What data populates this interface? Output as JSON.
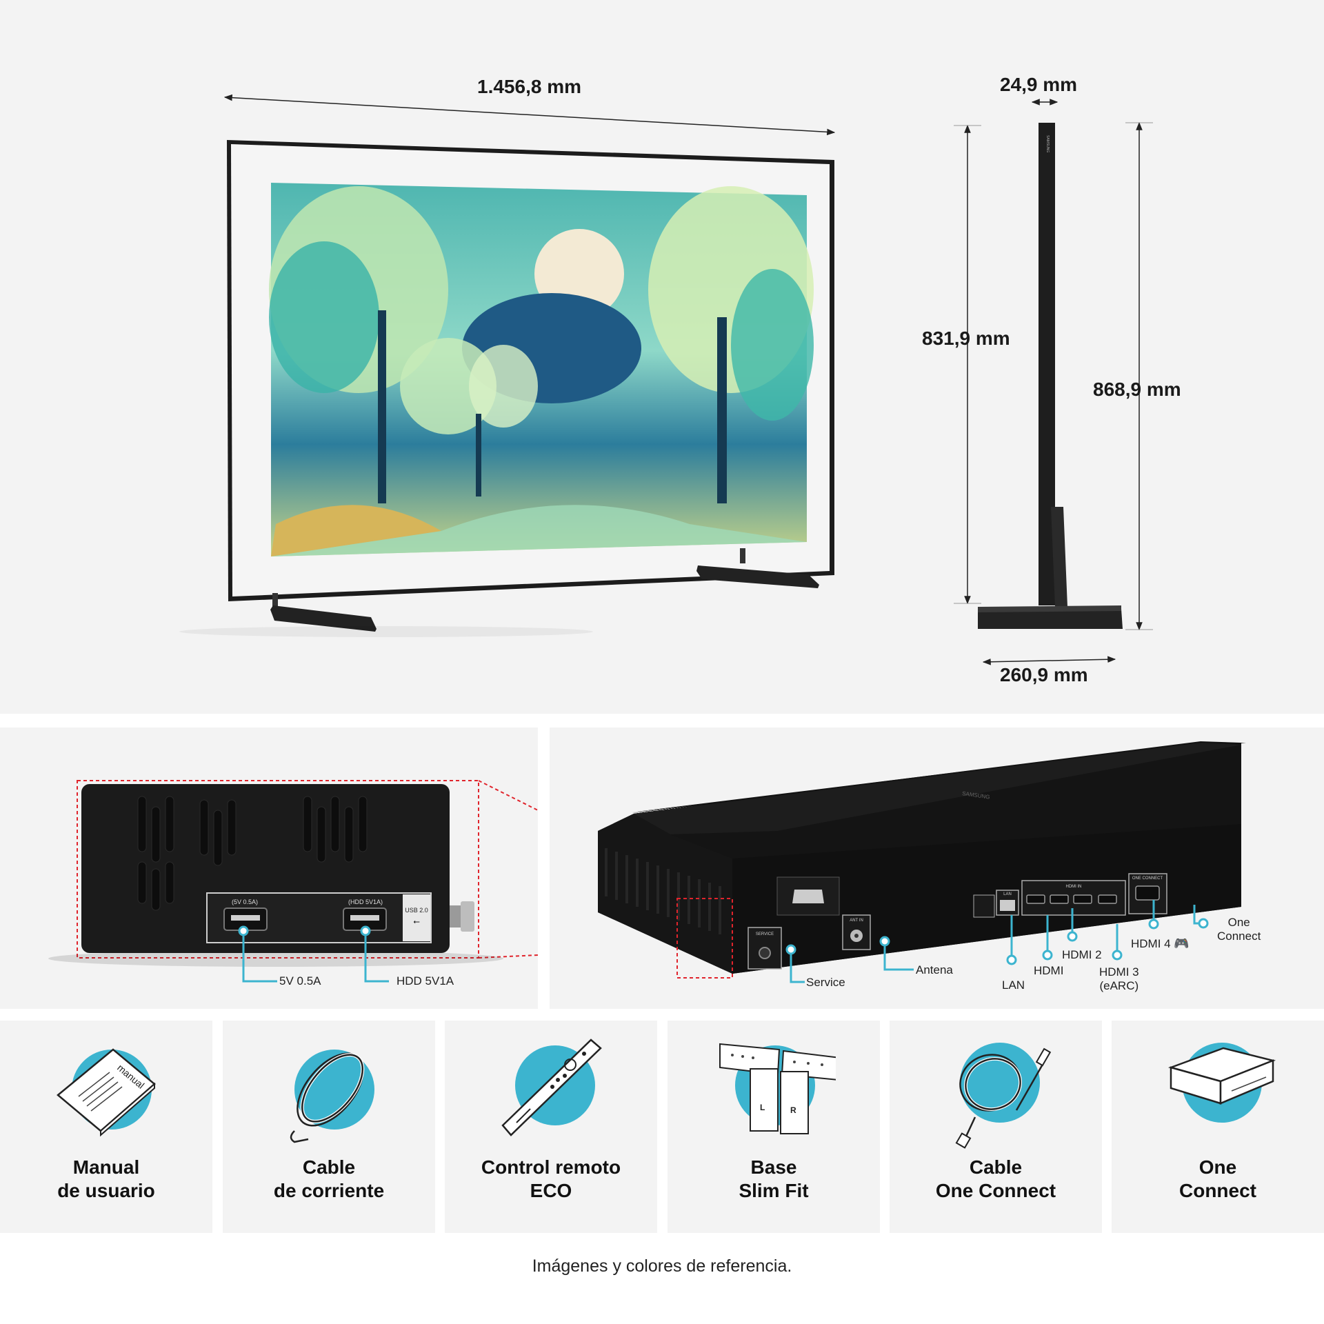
{
  "dimensions": {
    "width": "1.456,8 mm",
    "depth_panel": "24,9 mm",
    "height_panel": "831,9 mm",
    "height_total": "868,9 mm",
    "depth_stand": "260,9 mm",
    "brand_mark": "SAMSUNG"
  },
  "usb_box": {
    "port1_tag": "(5V 0.5A)",
    "port2_tag": "(HDD 5V1A)",
    "usb_tag": "USB 2.0",
    "callout1": "5V 0.5A",
    "callout2": "HDD 5V1A"
  },
  "one_connect_box": {
    "brand_mark": "SAMSUNG",
    "panel_tags": [
      "SERVICE",
      "ANT IN",
      "LAN",
      "HDMI IN",
      "ONE CONNECT"
    ],
    "callouts": {
      "service": "Service",
      "antena": "Antena",
      "lan": "LAN",
      "hdmi": "HDMI",
      "hdmi2": "HDMI 2",
      "hdmi3_line1": "HDMI 3",
      "hdmi3_line2": "(eARC)",
      "hdmi4": "HDMI 4",
      "one_connect_line1": "One",
      "one_connect_line2": "Connect"
    },
    "callout_color": "#3cb4cf"
  },
  "accessories": [
    {
      "icon": "manual-icon",
      "line1": "Manual",
      "line2": "de usuario",
      "icon_text": "manual"
    },
    {
      "icon": "power-cable-icon",
      "line1": "Cable",
      "line2": "de corriente"
    },
    {
      "icon": "remote-icon",
      "line1": "Control remoto",
      "line2": "ECO"
    },
    {
      "icon": "slim-fit-mount-icon",
      "line1": "Base",
      "line2": "Slim Fit",
      "icon_tags": [
        "L",
        "R"
      ]
    },
    {
      "icon": "one-connect-cable-icon",
      "line1": "Cable",
      "line2": "One Connect"
    },
    {
      "icon": "one-connect-box-icon",
      "line1": "One",
      "line2": "Connect"
    }
  ],
  "accent_color": "#3cb4cf",
  "disclaimer": "Imágenes y colores de referencia."
}
